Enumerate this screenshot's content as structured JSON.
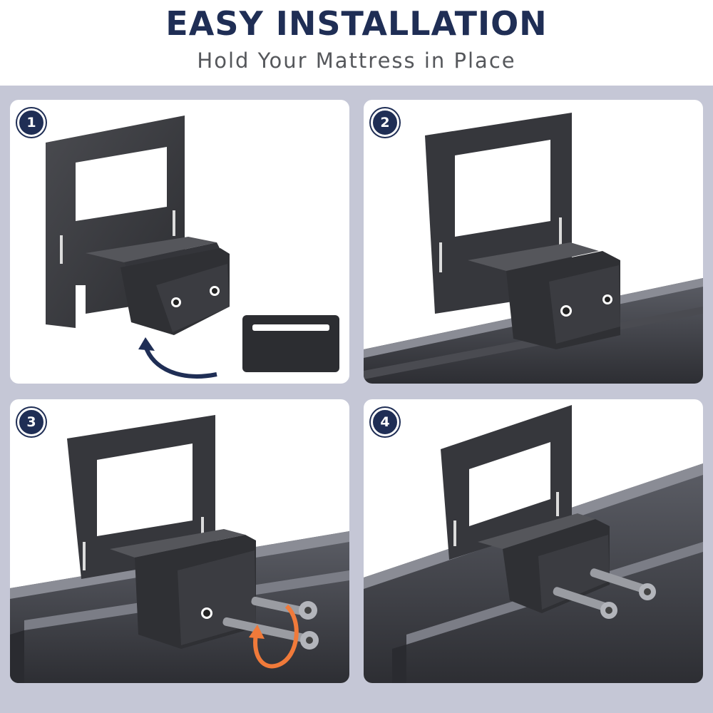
{
  "header": {
    "title": "EASY INSTALLATION",
    "subtitle": "Hold Your Mattress in Place"
  },
  "colors": {
    "title": "#1f2e55",
    "panel_background": "#c5c7d6",
    "bracket": "#3a3b3f",
    "arrow_blue": "#1f2e55",
    "arrow_orange": "#f07a3a"
  },
  "steps": [
    {
      "number": "1"
    },
    {
      "number": "2"
    },
    {
      "number": "3"
    },
    {
      "number": "4"
    }
  ]
}
